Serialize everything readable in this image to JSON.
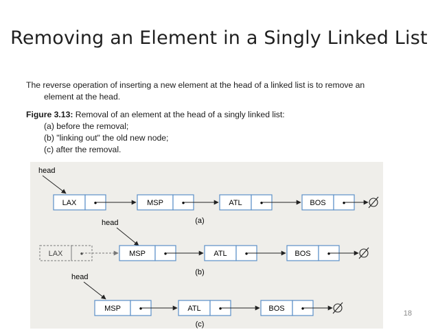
{
  "slide": {
    "title": "Removing an Element in a Singly Linked List",
    "paragraph_line1": "The reverse operation of inserting a new element at the head of a linked list is to remove an",
    "paragraph_line2": "element at the head.",
    "figure_label": "Figure 3.13:",
    "figure_caption": "Removal of an element at the head of a singly linked list:",
    "items": [
      "(a) before the removal;",
      "(b) \"linking out\" the old new node;",
      "(c) after the removal."
    ],
    "page_number": "18"
  },
  "diagram": {
    "head_label": "head",
    "pointer_dot": "•",
    "rows": [
      {
        "caption": "(a)",
        "nodes": [
          "LAX",
          "MSP",
          "ATL",
          "BOS"
        ]
      },
      {
        "caption": "(b)",
        "removed_node": "LAX",
        "nodes": [
          "MSP",
          "ATL",
          "BOS"
        ]
      },
      {
        "caption": "(c)",
        "nodes": [
          "MSP",
          "ATL",
          "BOS"
        ]
      }
    ],
    "colors": {
      "node_stroke": "#5b8fc7",
      "arrow": "#222222",
      "background": "#efeeea"
    }
  }
}
